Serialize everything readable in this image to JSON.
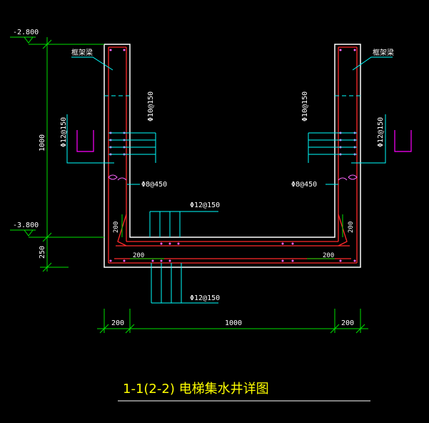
{
  "title": "1-1(2-2) 电梯集水井详图",
  "elevations": {
    "top": "-2.800",
    "bottom": "-3.800"
  },
  "left_dims": {
    "wall_height": "1000",
    "slab": "250"
  },
  "bottom_dims": {
    "left": "200",
    "middle": "1000",
    "right": "200"
  },
  "wall_label_left": "框架梁",
  "wall_label_right": "框架梁",
  "rebar": {
    "vert_left": "Φ10@150",
    "vert_right": "Φ10@150",
    "horiz_left": "Φ12@150",
    "horiz_right": "Φ12@150",
    "tie_left": "Φ8@450",
    "tie_right": "Φ8@450",
    "slab_top": "Φ12@150",
    "slab_bottom": "Φ12@150"
  },
  "inner_dims": {
    "left_wall": "200",
    "right_wall": "200",
    "slab_left": "200",
    "slab_right": "200"
  },
  "colors": {
    "background": "#000000",
    "outline": "#ffffff",
    "rebar": "#ff2a2a",
    "dimension": "#00e000",
    "annotation": "#00ffff",
    "title": "#ffff00",
    "marker": "#ff00ff"
  }
}
